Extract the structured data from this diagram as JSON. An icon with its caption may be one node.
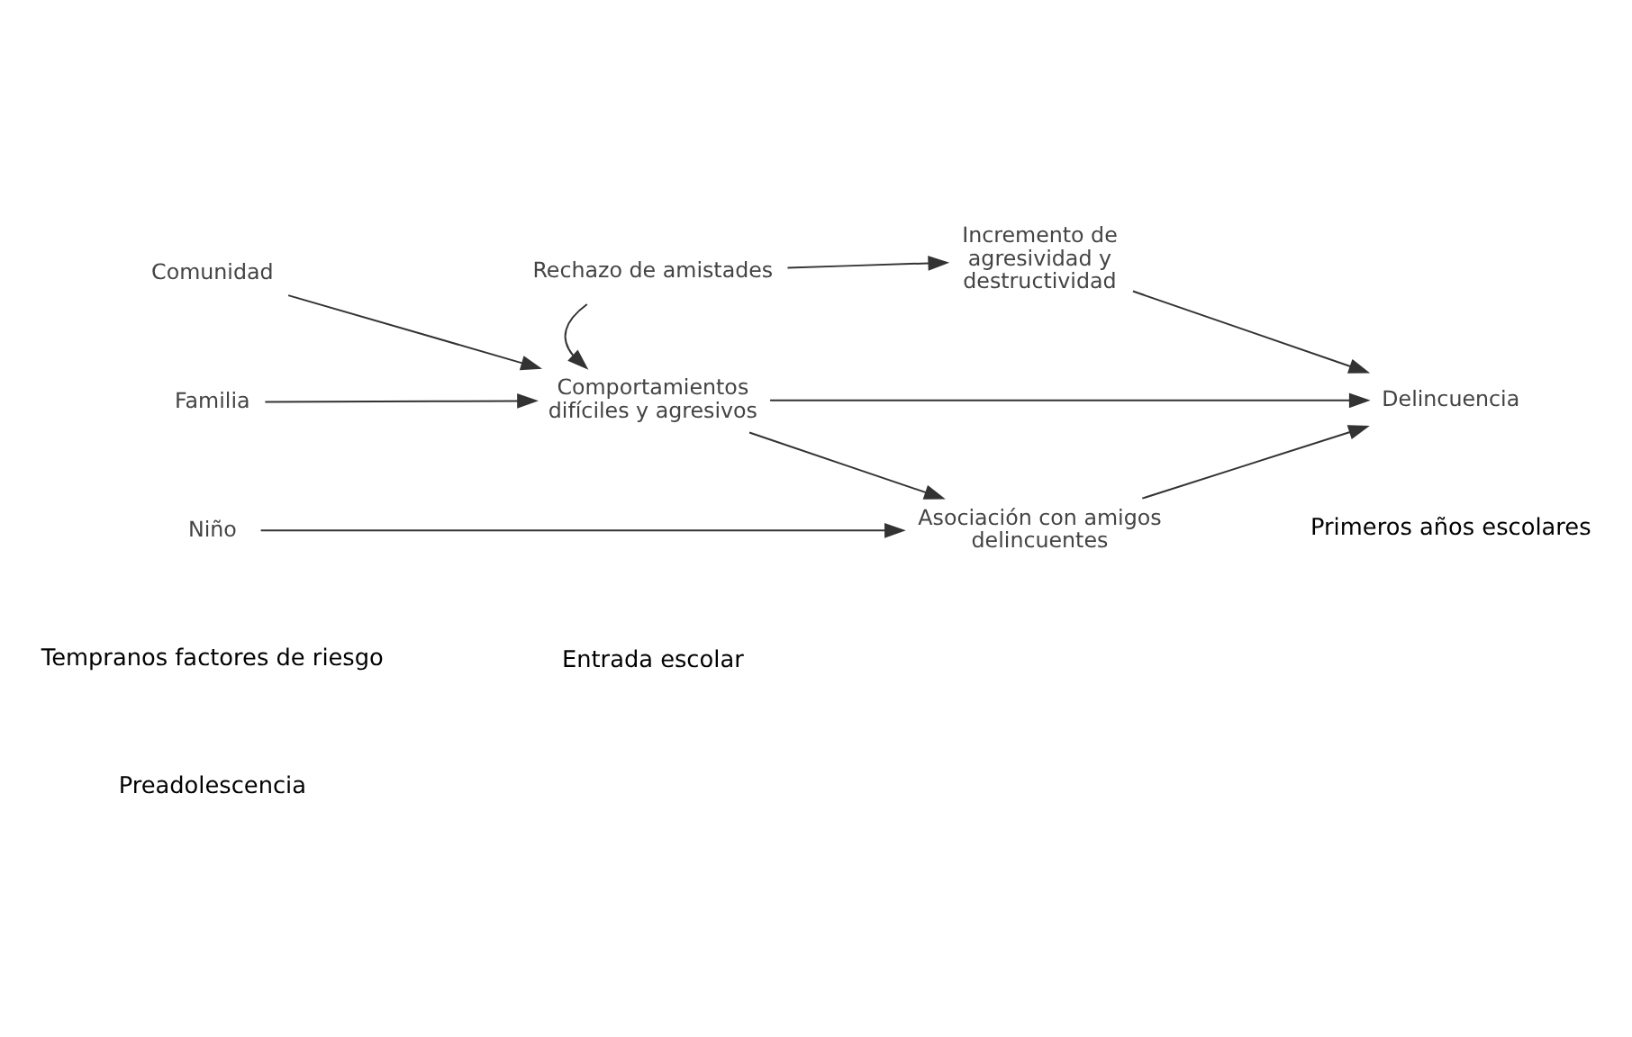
{
  "diagram": {
    "nodes": [
      {
        "text": [
          "Comunidad"
        ]
      },
      {
        "text": [
          "Familia"
        ]
      },
      {
        "text": [
          "Niño"
        ]
      },
      {
        "text": [
          "Rechazo de amistades"
        ]
      },
      {
        "text": [
          "Comportamientos difíciles y agresivos"
        ]
      },
      {
        "text": [
          "Incremento de agresividad y destructividad"
        ]
      },
      {
        "text": [
          "Asociación con amigos delincuentes"
        ]
      },
      {
        "text": [
          "Delincuencia"
        ]
      }
    ],
    "edges": [
      {
        "from": 0,
        "to": 4,
        "arrow": "to"
      },
      {
        "from": 1,
        "to": 4,
        "arrow": "to"
      },
      {
        "from": 3,
        "to": 4,
        "arrow": "to"
      },
      {
        "from": 3,
        "to": 5,
        "arrow": "to"
      },
      {
        "from": 5,
        "to": 7,
        "arrow": "to"
      },
      {
        "from": 4,
        "to": 7,
        "arrow": "to"
      },
      {
        "from": 2,
        "to": 6,
        "arrow": "to"
      },
      {
        "from": 4,
        "to": 6,
        "arrow": "to"
      },
      {
        "from": 6,
        "to": 7,
        "arrow": "to"
      }
    ],
    "labels": [
      "Tempranos factores de riesgo",
      "Entrada escolar",
      "Primeros años escolares",
      "Preadolescencia"
    ]
  }
}
